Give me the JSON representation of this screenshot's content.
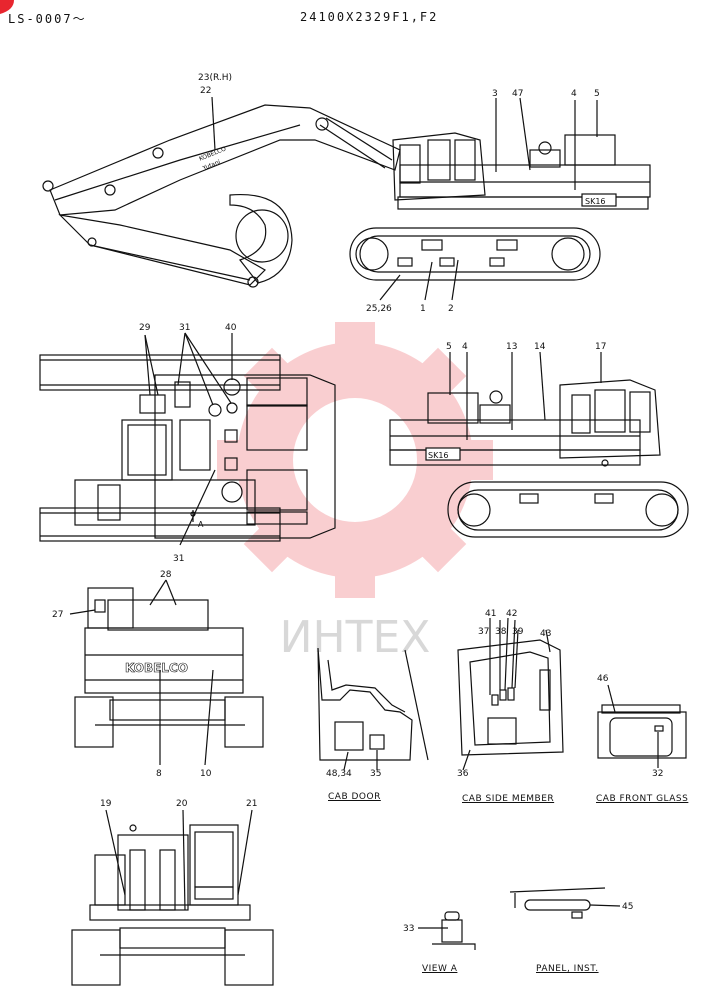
{
  "header": {
    "serial_range": "LS-0007～",
    "part_number": "24100X2329F1,F2"
  },
  "watermark": {
    "text": "ИНТЕХ",
    "color": "#e8262f"
  },
  "decals": {
    "brand": "KOBELCO",
    "model": "SK16",
    "arm_brand": "KOBELCO",
    "arm_sub": "Yutani"
  },
  "captions": {
    "cab_door": "CAB DOOR",
    "cab_side_member": "CAB SIDE MEMBER",
    "cab_front_glass": "CAB FRONT GLASS",
    "view_a": "VIEW A",
    "panel_inst": "PANEL, INST.",
    "view_arrow": "A"
  },
  "callouts": {
    "side_view": [
      "23(R.H)",
      "22",
      "3",
      "47",
      "4",
      "5",
      "25,26",
      "1",
      "2"
    ],
    "top_view": [
      "29",
      "31",
      "40",
      "31"
    ],
    "right_view": [
      "5",
      "4",
      "13",
      "14",
      "17"
    ],
    "rear_view": [
      "28",
      "27",
      "8",
      "10"
    ],
    "cab_door": [
      "48,34",
      "35"
    ],
    "cab_side": [
      "41",
      "42",
      "37",
      "38",
      "39",
      "43",
      "36"
    ],
    "cab_front": [
      "46",
      "32"
    ],
    "front_view": [
      "19",
      "20",
      "21"
    ],
    "view_a": [
      "33"
    ],
    "panel": [
      "45"
    ]
  }
}
